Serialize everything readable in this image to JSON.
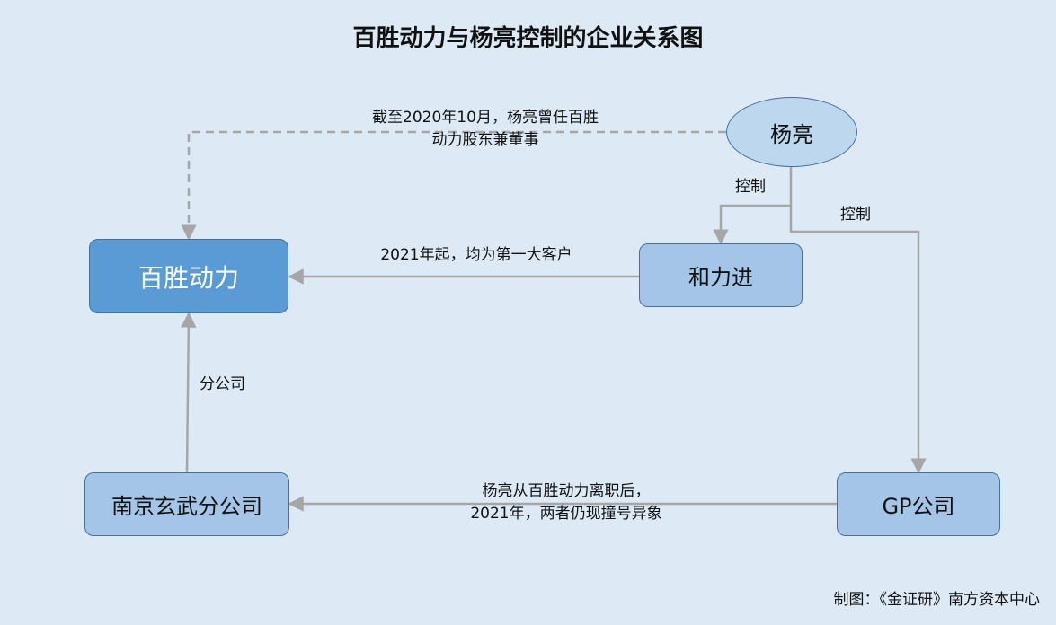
{
  "title": "百胜动力与杨亮控制的企业关系图",
  "nodes": {
    "yangliang": "杨亮",
    "baisheng": "百胜动力",
    "helijin": "和力进",
    "nanjing": "南京玄武分公司",
    "gp": "GP公司"
  },
  "edges": {
    "yangliang_to_baisheng": [
      "截至2020年10月，杨亮曾任百胜",
      "动力股东兼董事"
    ],
    "yangliang_to_helijin": "控制",
    "yangliang_to_gp": "控制",
    "helijin_to_baisheng": "2021年起，均为第一大客户",
    "nanjing_to_baisheng": "分公司",
    "gp_to_nanjing": [
      "杨亮从百胜动力离职后，",
      "2021年，两者仍现撞号异象"
    ]
  },
  "footer": "制图：《金证研》南方资本中心",
  "colors": {
    "background": "#ddeaf6",
    "primary_node": "#5b9bd5",
    "secondary_node": "#a4c5e8",
    "person_node": "#bdd7ee",
    "connector": "#a6a6a6"
  }
}
